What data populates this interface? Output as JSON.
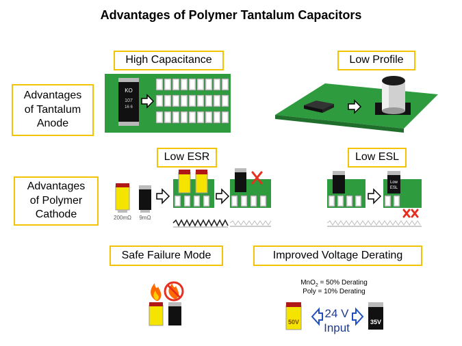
{
  "title": "Advantages of Polymer Tantalum Capacitors",
  "labels": {
    "high_capacitance": "High Capacitance",
    "low_profile": "Low Profile",
    "tantalum_anode": "Advantages\nof Tantalum\nAnode",
    "low_esr": "Low ESR",
    "low_esl": "Low ESL",
    "polymer_cathode": "Advantages\nof Polymer\nCathode",
    "safe_failure": "Safe Failure Mode",
    "voltage_derating": "Improved Voltage Derating"
  },
  "capacitor_marking": {
    "brand": "KO",
    "code": "107",
    "line2": "16 6"
  },
  "esr_values": {
    "yellow": "200mΩ",
    "black": "9mΩ"
  },
  "esl_marking": {
    "line1": "Low",
    "line2": "ESL"
  },
  "derating": {
    "mno2_prefix": "MnO",
    "mno2_sub": "2",
    "mno2_text": " = 50% Derating",
    "poly_text": "Poly = 10% Derating",
    "cap_left": "50V",
    "input_line1": "24 V",
    "input_line2": "Input",
    "cap_right": "35V"
  },
  "colors": {
    "accent": "#f2c300",
    "board": "#2e9b3f",
    "tantalum_yellow": "#f5e400",
    "cap_black": "#111111",
    "arrow_blue": "#1f4fbf",
    "cross_red": "#e53020"
  }
}
